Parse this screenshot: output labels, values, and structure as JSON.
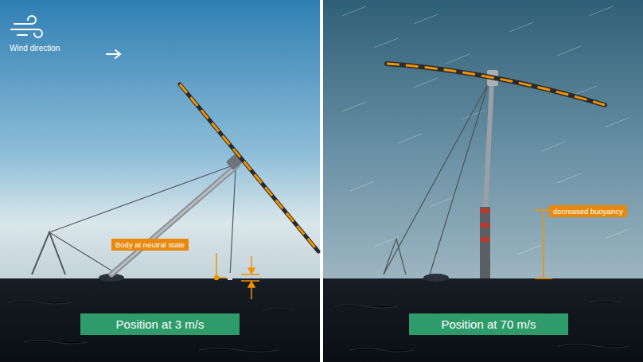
{
  "diagram": {
    "nodes": [
      {
        "text": [
          "Body at neutral state"
        ]
      },
      {
        "text": [
          "Position at 3 m/s"
        ]
      },
      {
        "text": [
          "decreased buoyancy"
        ]
      },
      {
        "text": [
          "Position at 70 m/s"
        ]
      }
    ],
    "labels": [
      "Wind direction"
    ]
  }
}
